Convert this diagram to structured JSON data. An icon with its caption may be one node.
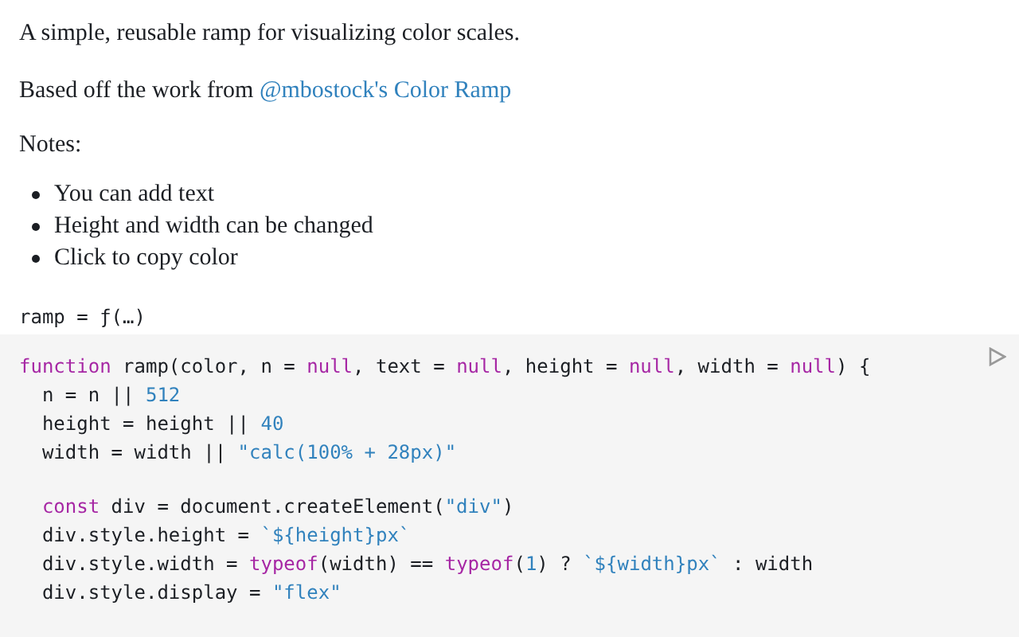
{
  "diagram": {
    "labels": [
      "A simple, reusable ramp for visualizing color scales.",
      "Based off the work from",
      "@mbostock's Color Ramp",
      "Notes:",
      "You can add text",
      "Height and width can be changed",
      "Click to copy color",
      "ramp = ƒ(…)",
      "function ramp(color, n = null, text = null, height = null, width = null) {",
      "  n = n || 512",
      "  height = height || 40",
      "  width = width || \"calc(100% + 28px)\"",
      "  const div = document.createElement(\"div\")",
      "  div.style.height = `${height}px`",
      "  div.style.width = typeof(width) == typeof(1) ? `${width}px` : width",
      "  div.style.display = \"flex\""
    ]
  }
}
